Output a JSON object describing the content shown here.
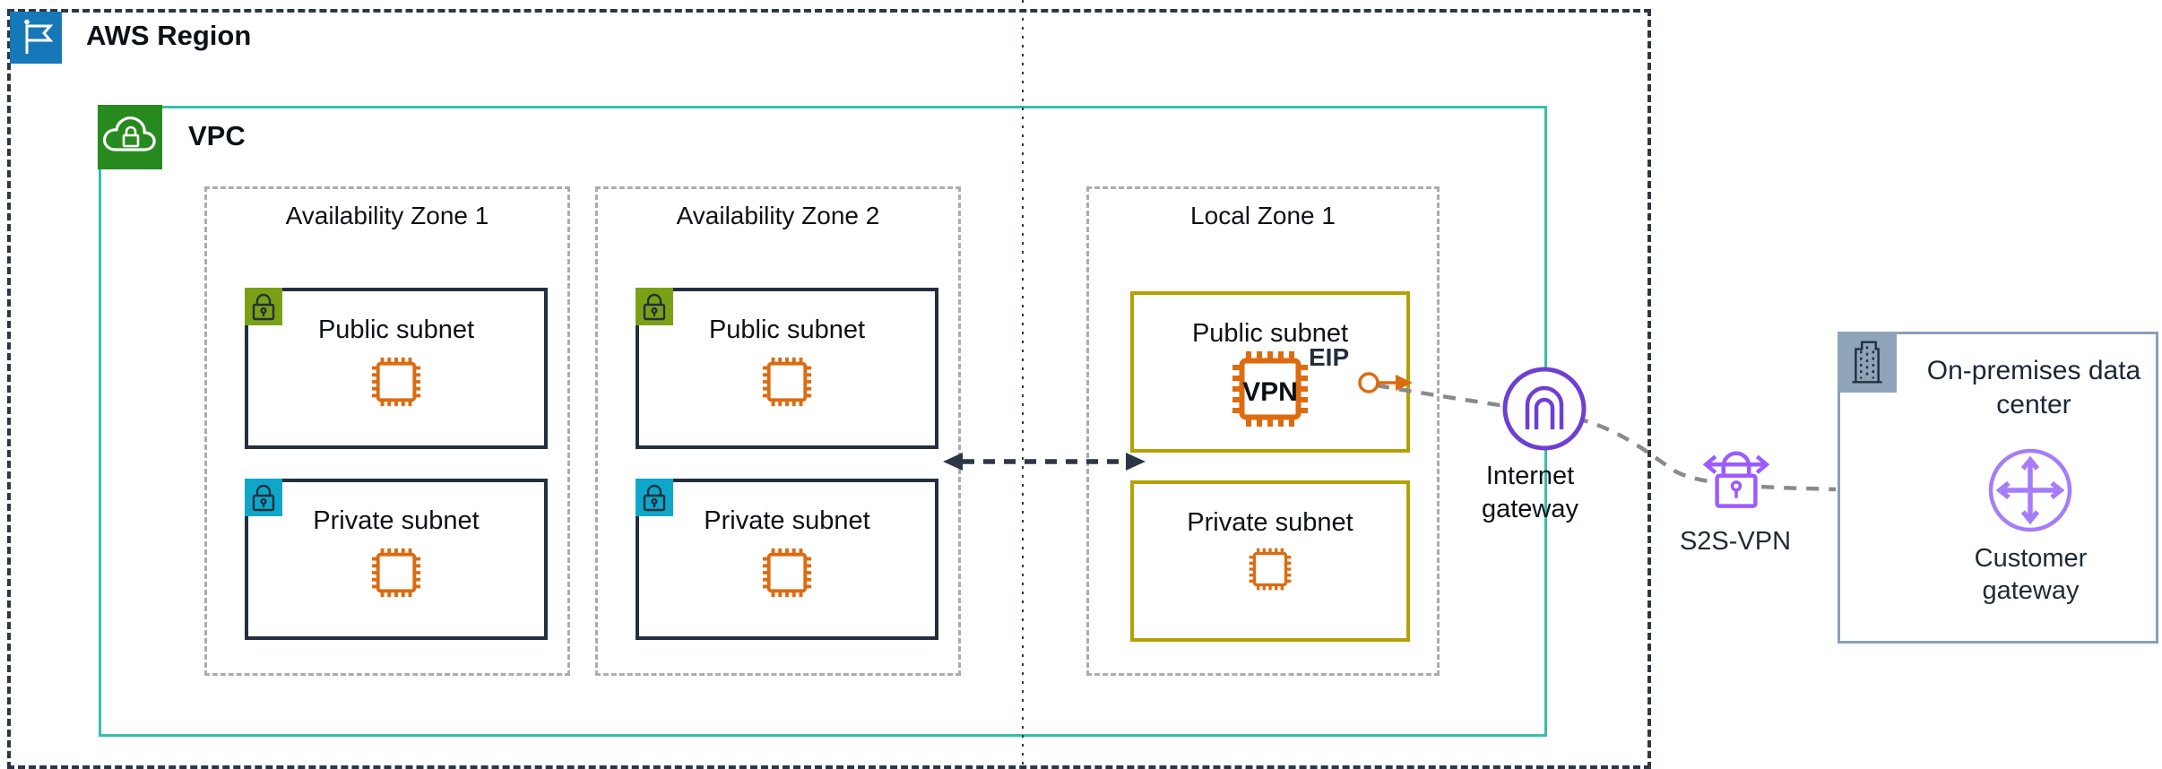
{
  "region": {
    "label": "AWS Region",
    "icon": "flag-icon",
    "icon_color": "#1778B8"
  },
  "vpc": {
    "label": "VPC",
    "icon": "cloud-lock-icon",
    "border_color": "#36BFAC",
    "icon_color": "#278A1E"
  },
  "zones": [
    {
      "label": "Availability Zone 1",
      "subnets": [
        {
          "label": "Public subnet",
          "badge_icon": "padlock-icon",
          "badge_color": "#7AA116",
          "instance_icon": "chip-icon"
        },
        {
          "label": "Private subnet",
          "badge_icon": "padlock-icon",
          "badge_color": "#0FA7C9",
          "instance_icon": "chip-icon"
        }
      ]
    },
    {
      "label": "Availability Zone 2",
      "subnets": [
        {
          "label": "Public subnet",
          "badge_icon": "padlock-icon",
          "badge_color": "#7AA116",
          "instance_icon": "chip-icon"
        },
        {
          "label": "Private subnet",
          "badge_icon": "padlock-icon",
          "badge_color": "#0FA7C9",
          "instance_icon": "chip-icon"
        }
      ]
    },
    {
      "label": "Local Zone 1",
      "border_color": "#B3A105",
      "subnets": [
        {
          "label": "Public subnet",
          "instance_icon": "vpn-chip-icon",
          "instance_label": "VPN",
          "eip_label": "EIP"
        },
        {
          "label": "Private subnet",
          "instance_icon": "chip-icon"
        }
      ]
    }
  ],
  "internet_gateway": {
    "label": "Internet gateway",
    "icon": "gateway-arch-icon",
    "color": "#6E3FD3"
  },
  "s2s_vpn": {
    "label": "S2S-VPN",
    "icon": "lock-with-arrows-icon",
    "color": "#9C5BFF"
  },
  "on_premises": {
    "title": "On-premises data center",
    "icon": "building-icon",
    "border_color": "#8AA0B6",
    "customer_gateway": {
      "label": "Customer gateway",
      "icon": "cross-arrows-icon",
      "color": "#A57CFA"
    }
  },
  "colors": {
    "region_dash": "#2B3745",
    "zone_dash": "#ACACAC",
    "subnet_border": "#232F3E",
    "local_zone_subnet_border": "#B3A105",
    "chip_orange": "#DD6B10",
    "connector_gray": "#8A8A8A"
  }
}
